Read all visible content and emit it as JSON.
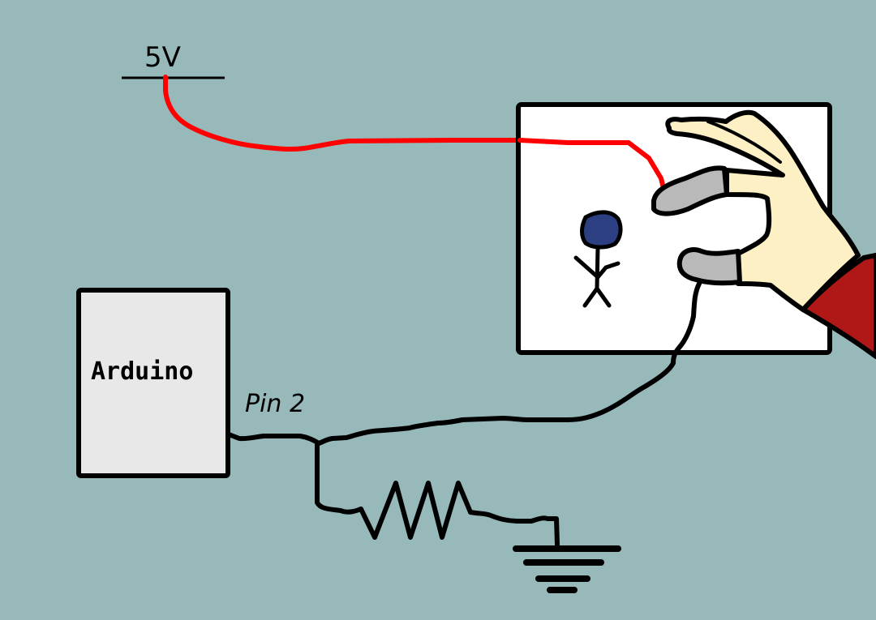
{
  "diagram": {
    "title": "Arduino touch sensor circuit",
    "labels": {
      "voltage": "5V",
      "controller": "Arduino",
      "pin": "Pin 2"
    },
    "components": [
      {
        "id": "supply",
        "type": "voltage-source",
        "label": "5V"
      },
      {
        "id": "arduino",
        "type": "microcontroller",
        "label": "Arduino"
      },
      {
        "id": "resistor",
        "type": "resistor"
      },
      {
        "id": "ground",
        "type": "ground"
      },
      {
        "id": "touch-panel",
        "type": "panel",
        "content": "stick figure with hand touching two contacts"
      }
    ],
    "connections": [
      {
        "from": "supply",
        "to": "upper-finger-contact",
        "wire_color": "red"
      },
      {
        "from": "lower-finger-contact",
        "to": "arduino.Pin 2",
        "wire_color": "black"
      },
      {
        "from": "arduino.Pin 2",
        "to": "resistor",
        "wire_color": "black"
      },
      {
        "from": "resistor",
        "to": "ground",
        "wire_color": "black"
      }
    ],
    "colors": {
      "background": "#97b9ba",
      "wire_supply": "#ff0000",
      "wire_signal": "#000000",
      "arduino_fill": "#e8e8e8",
      "panel_fill": "#ffffff",
      "skin": "#fdf0c4",
      "sleeve": "#b01818",
      "contact_pad": "#b9b9b9",
      "figure_head": "#2b3f82"
    }
  }
}
